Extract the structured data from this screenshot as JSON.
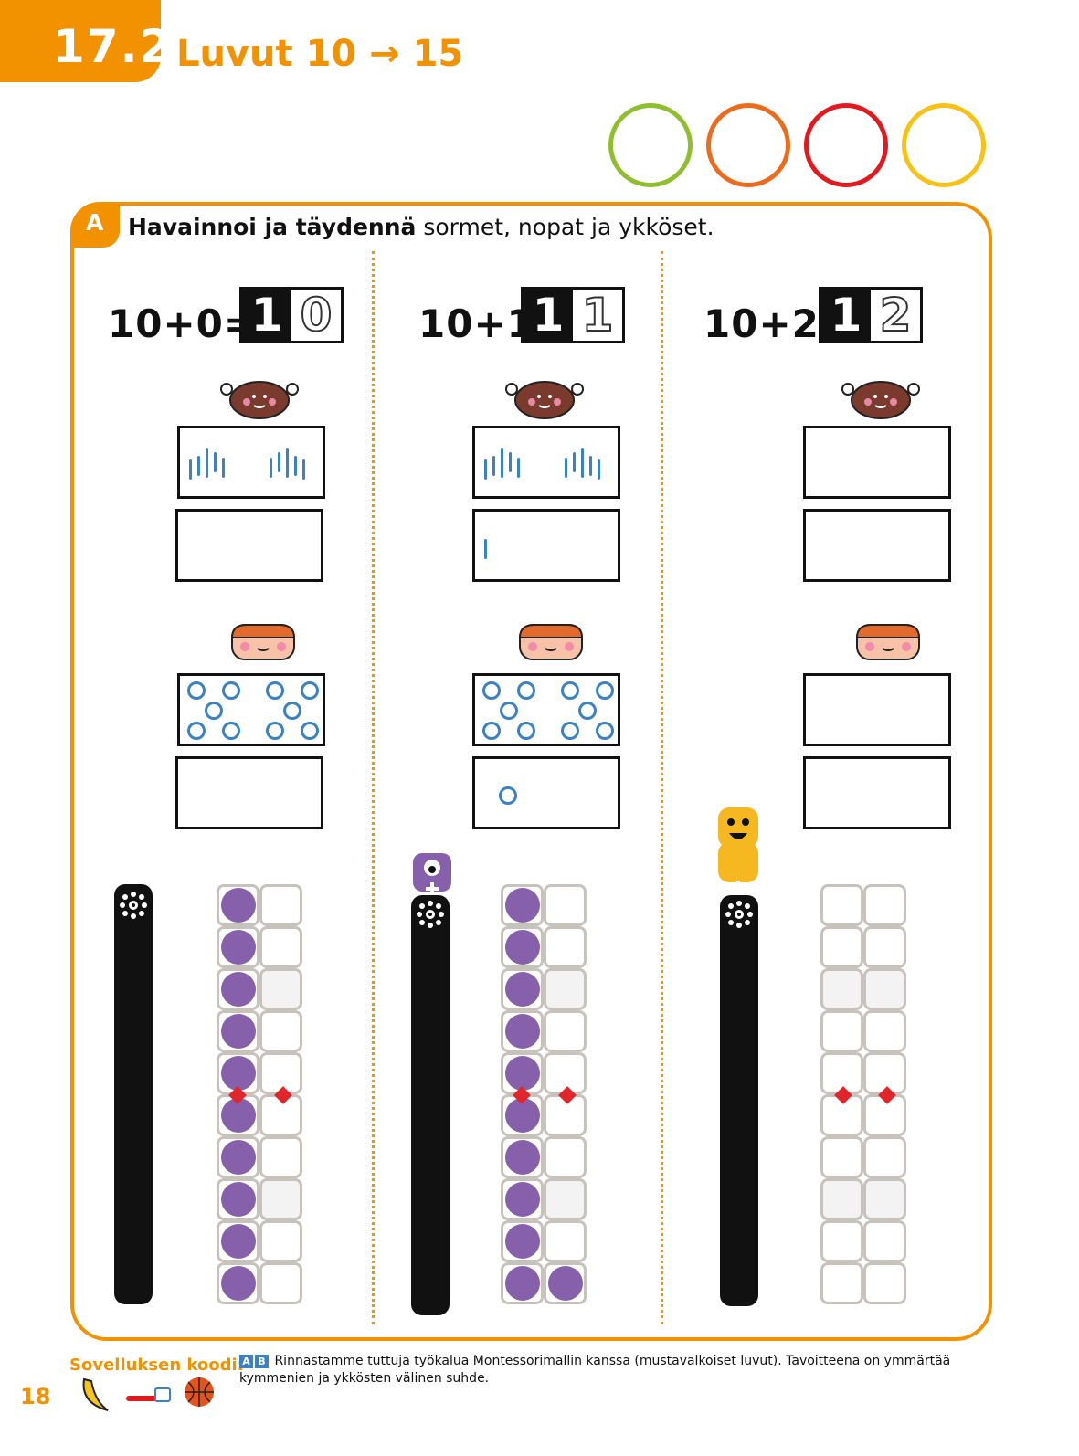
{
  "header": {
    "chapter": "17.2",
    "title": "Luvut 10 → 15"
  },
  "rings": [
    "#8fbe2f",
    "#ec6b1c",
    "#e3191f",
    "#f8c115"
  ],
  "task": {
    "letter": "A",
    "bold": "Havainnoi ja täydennä",
    "rest": " sormet, nopat ja ykköset."
  },
  "columns": [
    {
      "equation": "10+0=",
      "tens": "1",
      "ones": "0"
    },
    {
      "equation": "10+1=",
      "tens": "1",
      "ones": "1"
    },
    {
      "equation": "10+2=",
      "tens": "1",
      "ones": "2"
    }
  ],
  "footer": {
    "code_label": "Sovelluksen koodi:",
    "page_number": "18",
    "icons": [
      "banana-icon",
      "toothbrush-icon",
      "basketball-icon"
    ],
    "note_badges": [
      "A",
      "B"
    ],
    "note": "Rinnastamme tuttuja työkalua Montessorimallin kanssa (mustavalkoiset luvut). Tavoitteena on ymmärtää kymmenien ja ykkösten välinen suhde."
  }
}
